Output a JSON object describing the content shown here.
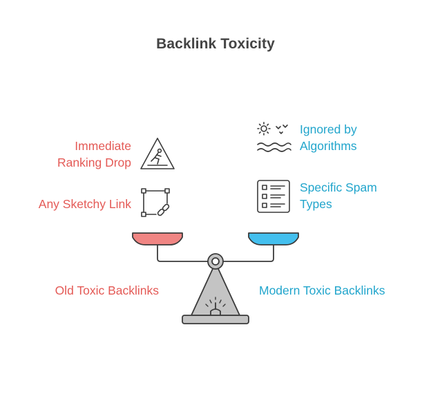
{
  "title": "Backlink Toxicity",
  "left": {
    "label": "Old Toxic Backlinks",
    "color": "#e45a56",
    "items": [
      {
        "label": "Immediate Ranking Drop",
        "line1": "Immediate",
        "line2": "Ranking Drop",
        "icon": "falling-person-warning-icon"
      },
      {
        "label": "Any Sketchy Link",
        "icon": "link-selection-icon"
      }
    ]
  },
  "right": {
    "label": "Modern Toxic Backlinks",
    "color": "#21a5cc",
    "items": [
      {
        "label": "Ignored by Algorithms",
        "line1": "Ignored by",
        "line2": "Algorithms",
        "icon": "sun-birds-waves-icon"
      },
      {
        "label": "Specific Spam Types",
        "line1": "Specific Spam",
        "line2": "Types",
        "icon": "checklist-icon"
      }
    ]
  },
  "scale_icon": "balance-scale-icon"
}
